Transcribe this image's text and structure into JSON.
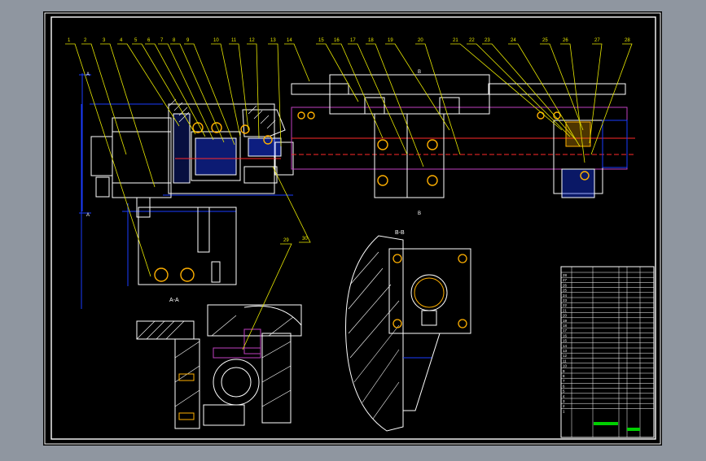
{
  "colors": {
    "background": "#8f96a0",
    "sheet": "#000000",
    "frame": "#ffffff",
    "part_lines": "#ffffff",
    "leaders": "#e8e800",
    "dimensions": "#1a3cff",
    "center_lines": "#ff2a2a",
    "bolts": "#ffb000",
    "purple_rail": "#c040c0",
    "table_green": "#00d000"
  },
  "balloons": {
    "top_row": [
      "1",
      "2",
      "3",
      "4",
      "5",
      "6",
      "7",
      "8",
      "9",
      "10",
      "11",
      "12",
      "13",
      "14",
      "15",
      "16",
      "17",
      "18",
      "19",
      "20",
      "21",
      "22",
      "23",
      "24",
      "25",
      "26",
      "27",
      "28"
    ],
    "lower": [
      "29",
      "30"
    ]
  },
  "section_labels": {
    "section_a": "A-A",
    "section_b": "B-B",
    "cut_a_top": "A",
    "cut_a_bottom": "A",
    "cut_b_top": "B",
    "cut_b_bottom": "B"
  },
  "title_block": {
    "row_numbers": [
      "28",
      "27",
      "26",
      "25",
      "24",
      "23",
      "22",
      "21",
      "20",
      "19",
      "18",
      "17",
      "16",
      "15",
      "14",
      "13",
      "12",
      "11",
      "10",
      "9",
      "8",
      "7",
      "6",
      "5",
      "4",
      "3",
      "2",
      "1"
    ]
  }
}
